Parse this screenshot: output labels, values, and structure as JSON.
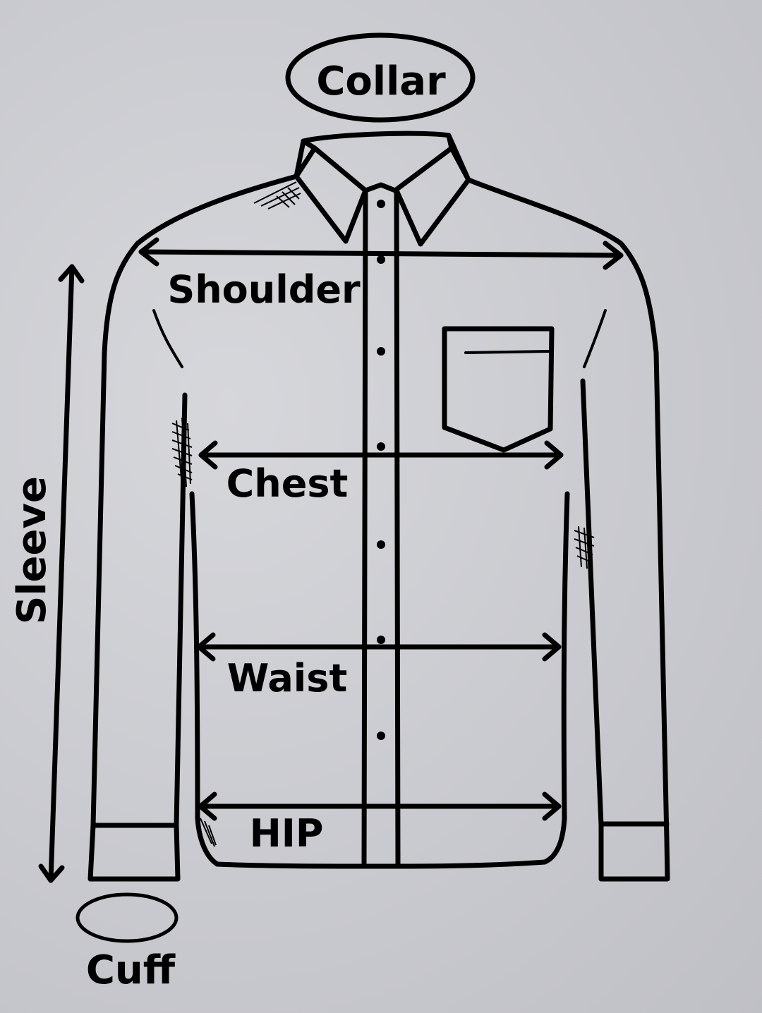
{
  "labels": {
    "collar": "Collar",
    "shoulder": "Shoulder",
    "chest": "Chest",
    "waist": "Waist",
    "hip": "HIP",
    "sleeve": "Sleeve",
    "cuff": "Cuff"
  },
  "colors": {
    "ink": "#000000",
    "background": "#c9cacf"
  }
}
